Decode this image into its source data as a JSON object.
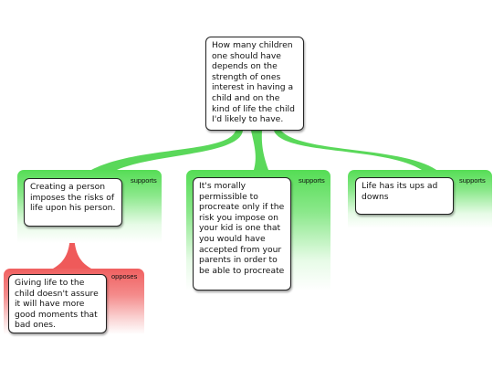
{
  "root": {
    "text": "How many children one should have depends on the strength of ones interest in having a child and on the kind of life the child I'd likely to have."
  },
  "children": [
    {
      "text": "Creating a person imposes the risks of life upon his person.",
      "relation": "supports"
    },
    {
      "text": "It's morally permissible to procreate only if the risk you impose on your kid is one that you would have accepted from your parents in order to be able to procreate",
      "relation": "supports"
    },
    {
      "text": "Life has its ups ad downs",
      "relation": "supports"
    }
  ],
  "grandchild": {
    "text": "Giving life to the child doesn't assure it will have more good moments that bad ones.",
    "relation": "opposes"
  },
  "colors": {
    "supports": "#5ad85a",
    "opposes": "#ef5a5a"
  }
}
